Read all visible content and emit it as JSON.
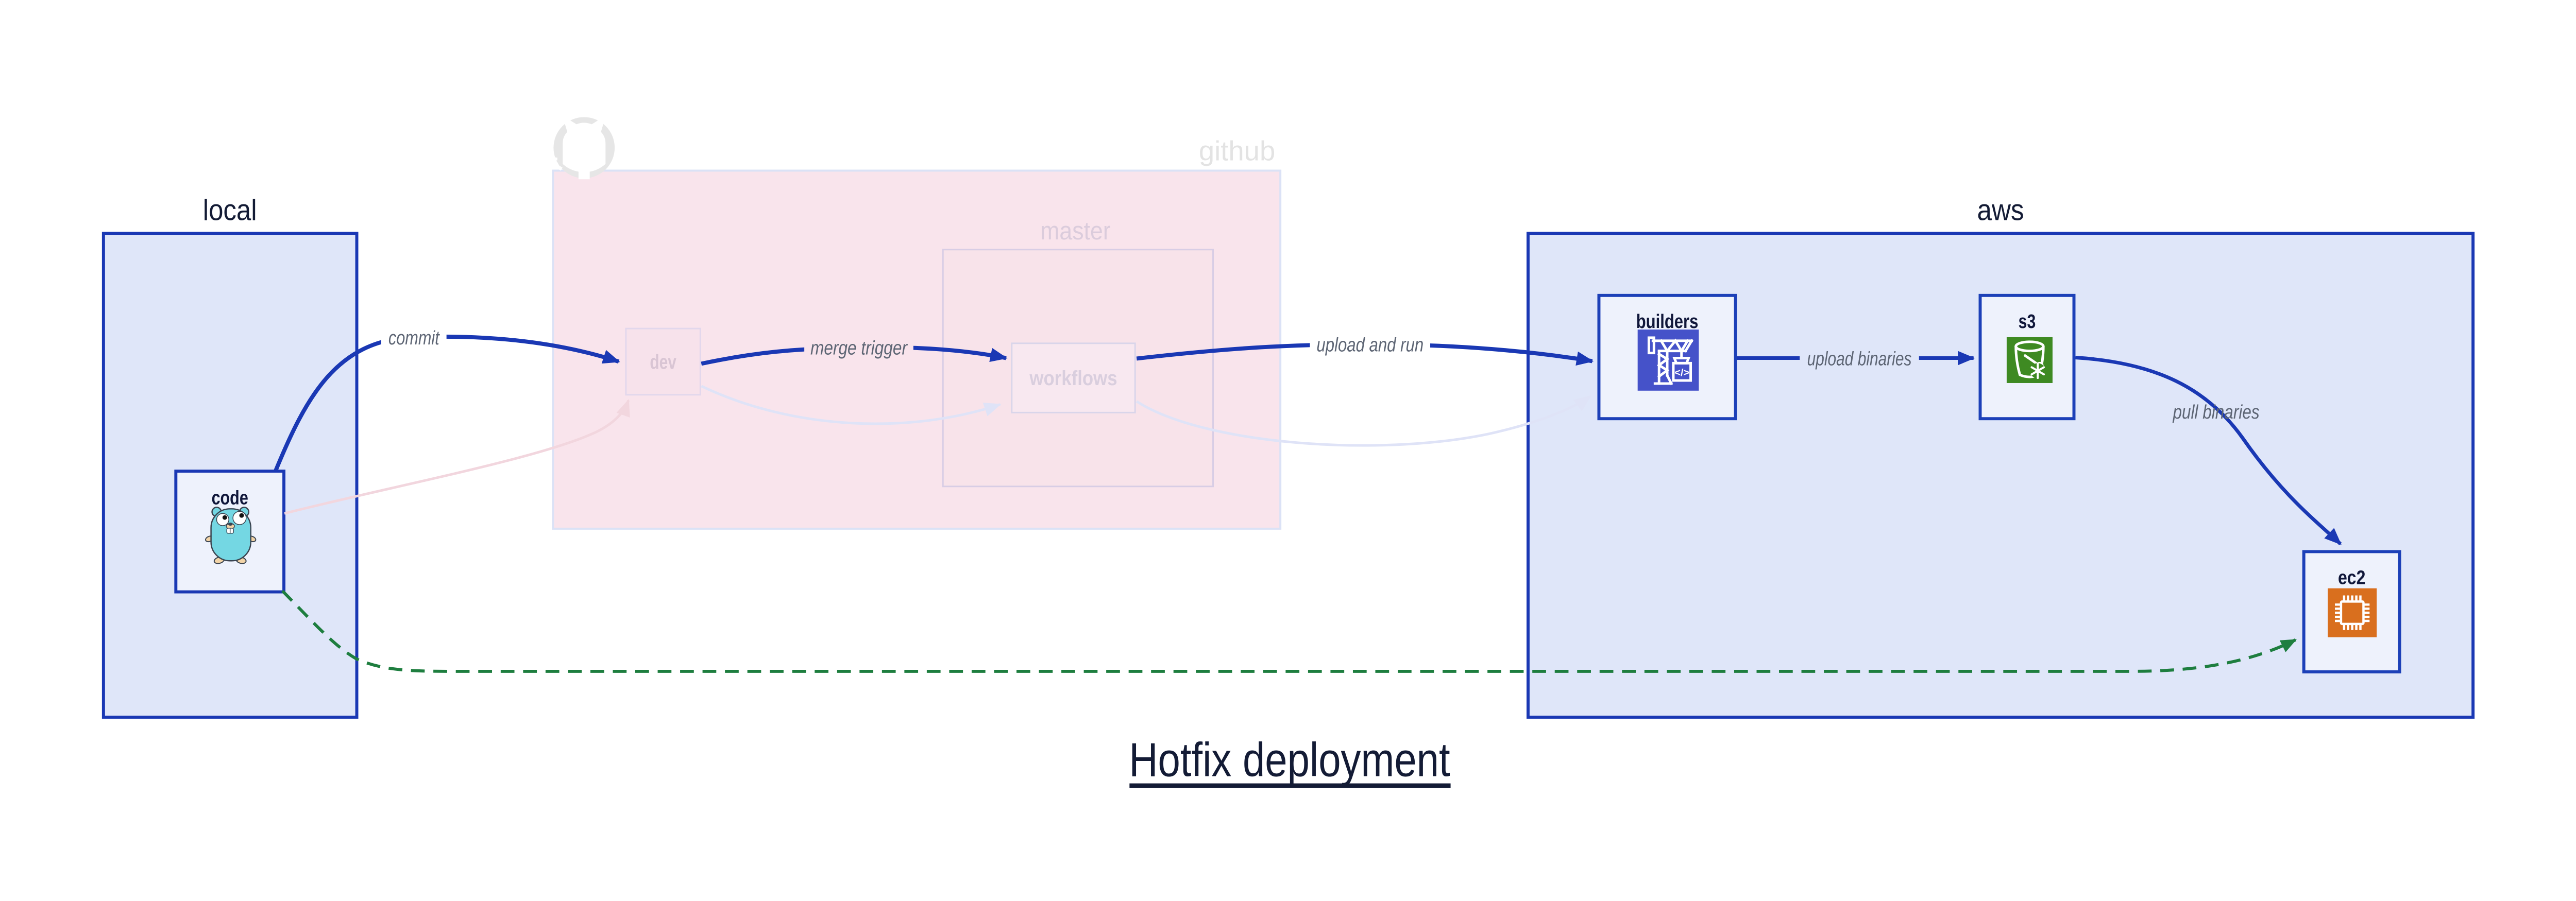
{
  "title": {
    "text": "Hotfix deployment"
  },
  "containers": {
    "local": {
      "label": "local"
    },
    "github": {
      "label": "github",
      "icon": "github-octocat-icon"
    },
    "master": {
      "label": "master"
    },
    "aws": {
      "label": "aws"
    }
  },
  "nodes": {
    "code": {
      "label": "code",
      "icon": "go-gopher-icon"
    },
    "dev": {
      "label": "dev"
    },
    "workflows": {
      "label": "workflows"
    },
    "builders": {
      "label": "builders",
      "icon": "codebuild-crane-icon",
      "icon_color": "#4552c9",
      "icon_glyph": "</>"
    },
    "s3": {
      "label": "s3",
      "icon": "s3-bucket-snowflake-icon",
      "icon_color": "#3e8a22"
    },
    "ec2": {
      "label": "ec2",
      "icon": "ec2-chip-icon",
      "icon_color": "#d96f1e"
    }
  },
  "edges": {
    "commit": {
      "label": "commit"
    },
    "merge_trigger": {
      "label": "merge trigger"
    },
    "upload_and_run": {
      "label": "upload and run"
    },
    "upload_binaries": {
      "label": "upload binaries"
    },
    "pull_binaries": {
      "label": "pull binaries"
    }
  },
  "colors": {
    "active_blue": "#1a38b4",
    "container_fill": "#dfe6f9",
    "node_fill": "#eef2fc",
    "github_pink_fill": "#f9e4ec",
    "faded_border": "#dbe2f6",
    "hotfix_green": "#1e7e3f",
    "edge_label_gray": "#5d6574",
    "navy_text": "#131b35",
    "gopher_teal": "#74d7e3"
  }
}
